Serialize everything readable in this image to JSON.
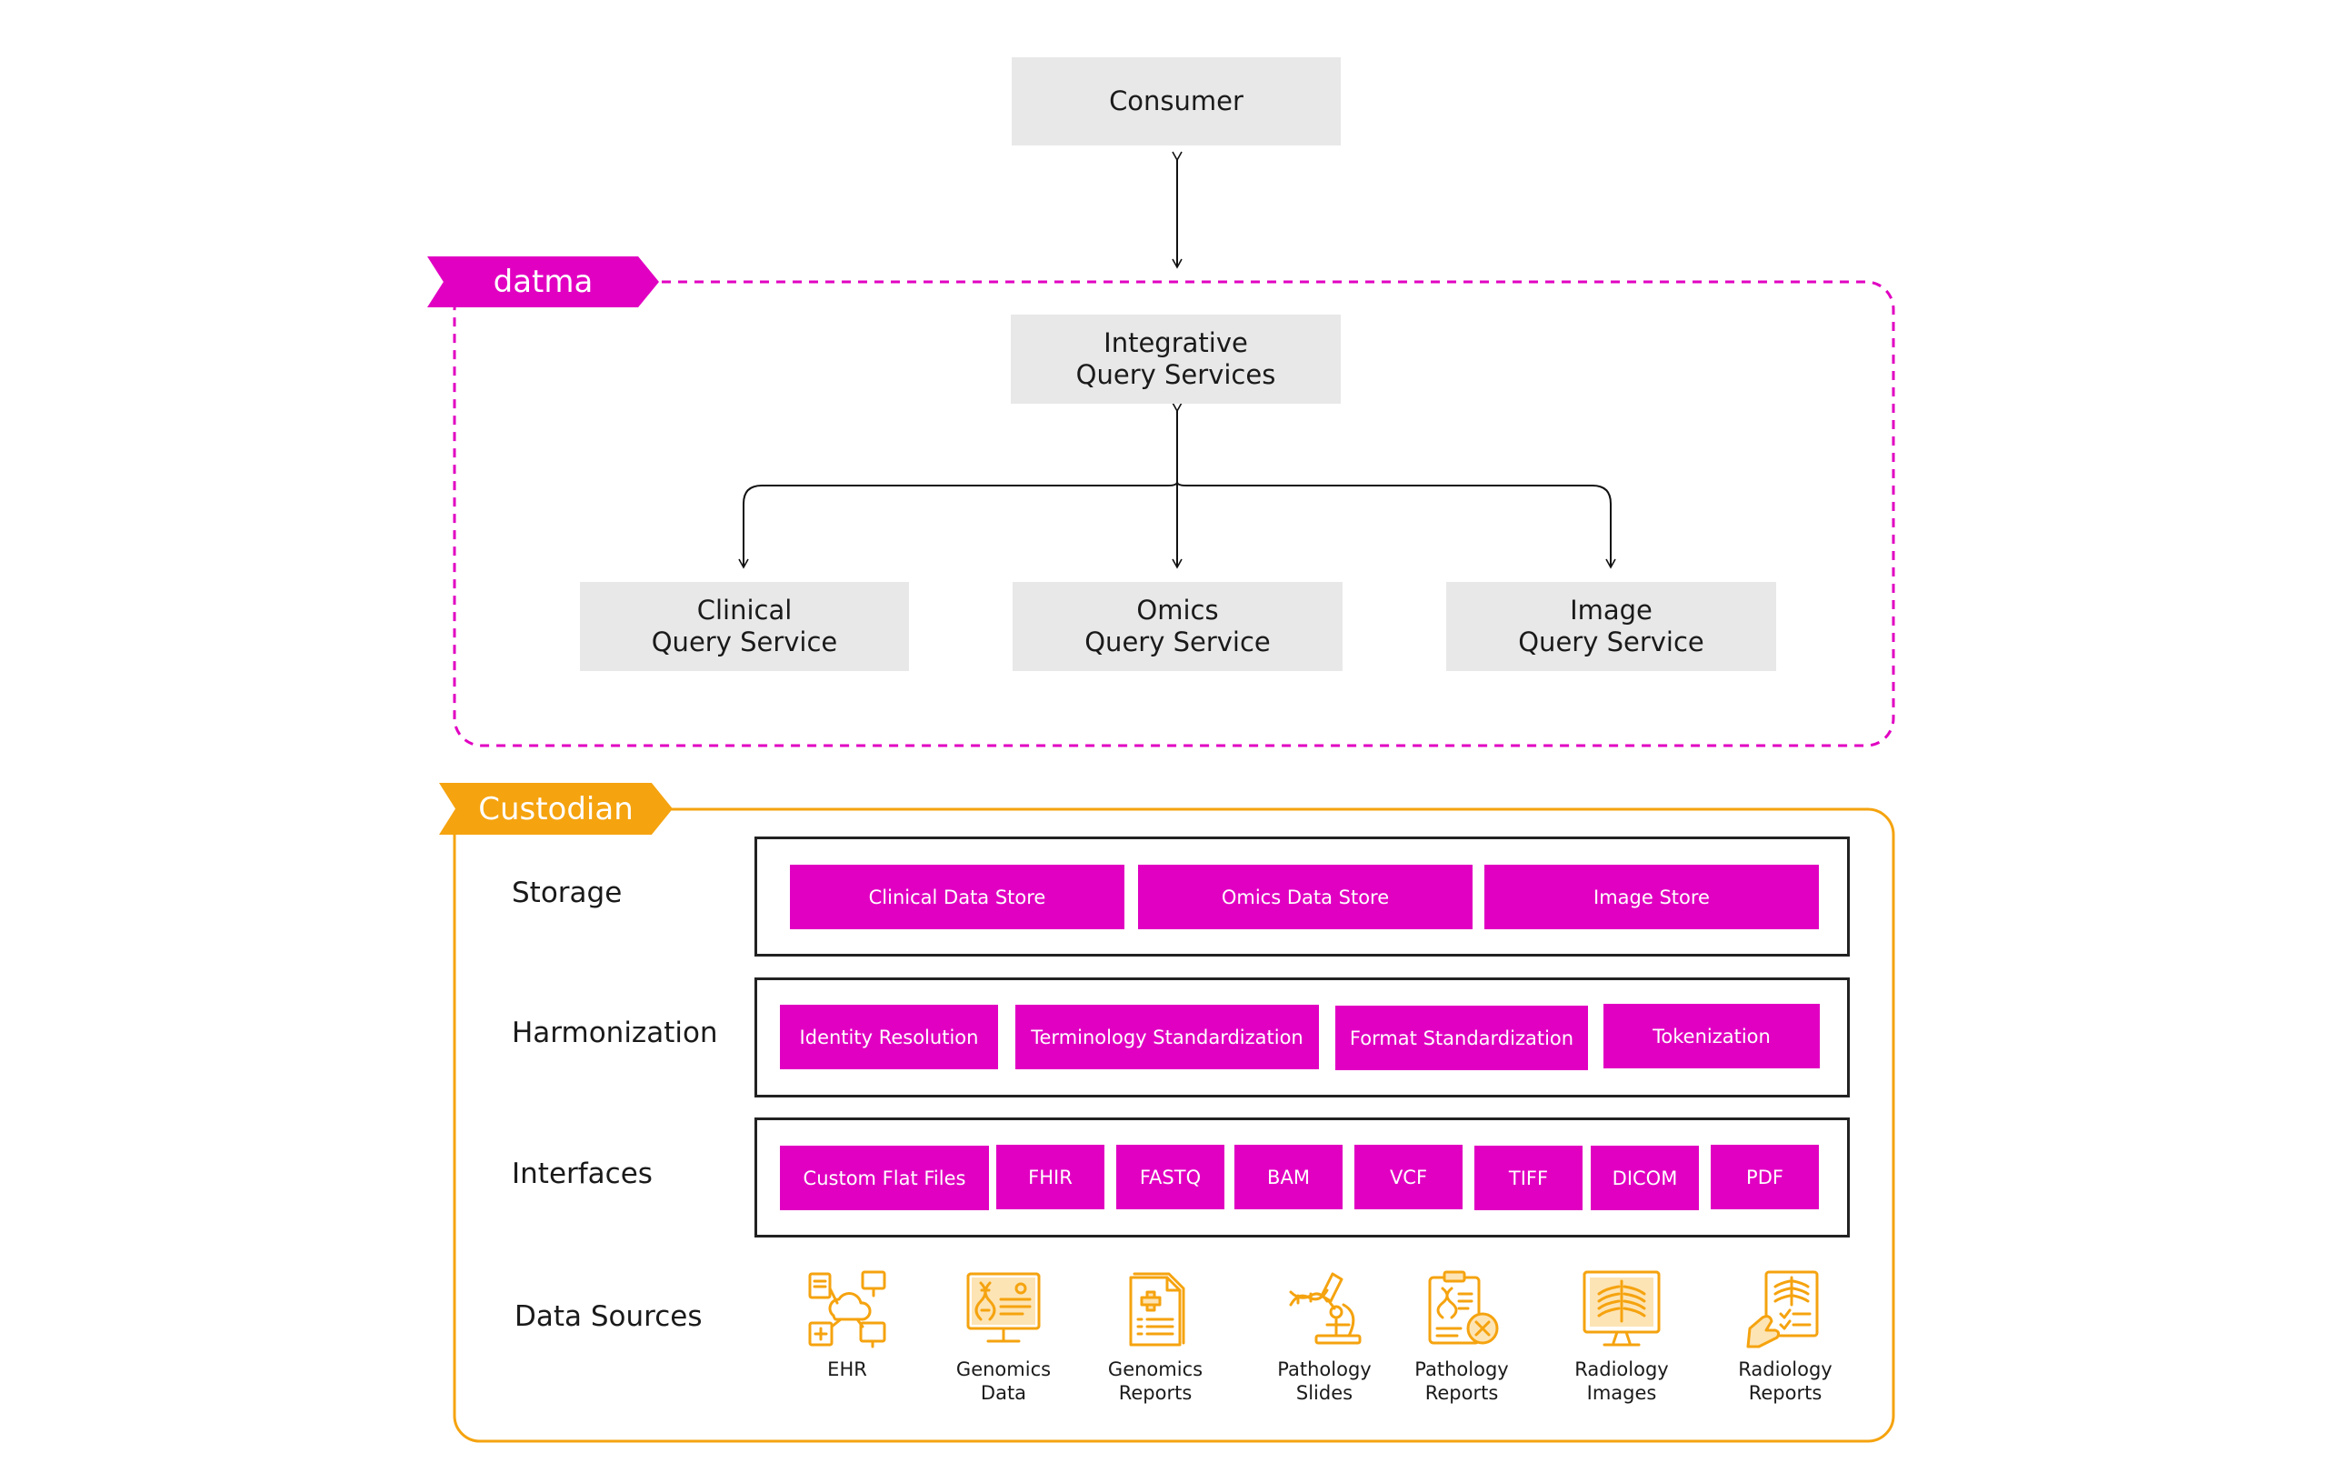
{
  "consumer": {
    "label": "Consumer"
  },
  "datma": {
    "tag": "datma",
    "integrative": {
      "line1": "Integrative",
      "line2": "Query Services"
    },
    "services": [
      {
        "line1": "Clinical",
        "line2": "Query Service"
      },
      {
        "line1": "Omics",
        "line2": "Query Service"
      },
      {
        "line1": "Image",
        "line2": "Query Service"
      }
    ]
  },
  "custodian": {
    "tag": "Custodian",
    "rows": {
      "storage": {
        "label": "Storage",
        "items": [
          "Clinical Data Store",
          "Omics Data Store",
          "Image Store"
        ]
      },
      "harmonization": {
        "label": "Harmonization",
        "items": [
          "Identity Resolution",
          "Terminology Standardization",
          "Format Standardization",
          "Tokenization"
        ]
      },
      "interfaces": {
        "label": "Interfaces",
        "items": [
          "Custom Flat Files",
          "FHIR",
          "FASTQ",
          "BAM",
          "VCF",
          "TIFF",
          "DICOM",
          "PDF"
        ]
      },
      "data_sources": {
        "label": "Data Sources",
        "items": [
          {
            "line1": "EHR",
            "line2": "",
            "icon": "ehr-network-icon"
          },
          {
            "line1": "Genomics",
            "line2": "Data",
            "icon": "genomics-monitor-icon"
          },
          {
            "line1": "Genomics",
            "line2": "Reports",
            "icon": "medical-report-icon"
          },
          {
            "line1": "Pathology",
            "line2": "Slides",
            "icon": "microscope-dna-icon"
          },
          {
            "line1": "Pathology",
            "line2": "Reports",
            "icon": "clipboard-dna-icon"
          },
          {
            "line1": "Radiology",
            "line2": "Images",
            "icon": "xray-monitor-icon"
          },
          {
            "line1": "Radiology",
            "line2": "Reports",
            "icon": "xray-report-icon"
          }
        ]
      }
    }
  },
  "colors": {
    "datma_magenta": "#e100c2",
    "custodian_orange": "#f5a30f",
    "box_gray": "#e8e8e8"
  }
}
